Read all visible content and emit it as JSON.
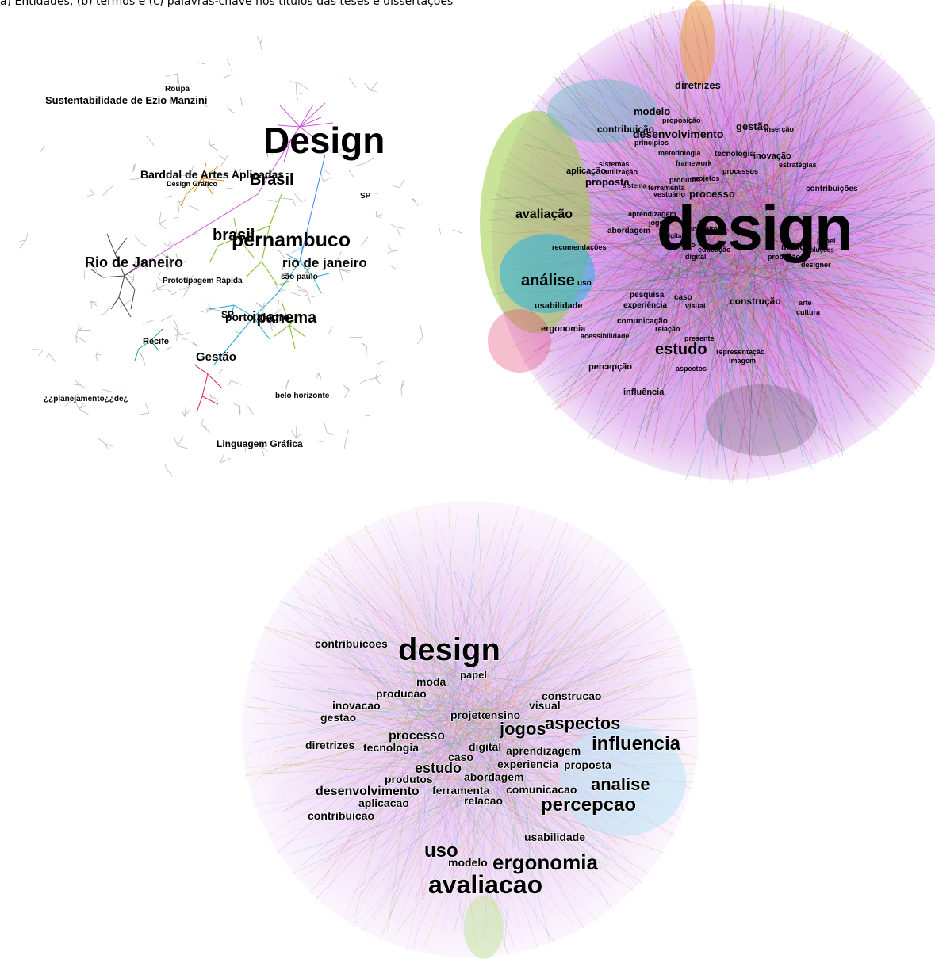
{
  "caption": "a) Entidades, (b) termos e (c) palavras-chave nos títulos das teses e dissertações",
  "colors": {
    "purple": "#cc55dd",
    "lavender": "#d9a8ec",
    "orange": "#e88a1c",
    "green": "#77bb22",
    "cyan": "#1aa7d8",
    "teal": "#1e9e84",
    "red": "#e0204a",
    "gray": "#444444",
    "light_edge": "#b8b8b8"
  },
  "network_a": {
    "labels": [
      "Roupa",
      "Sustentabilidade de Ezio Manzini",
      "Design",
      "Barddal de Artes Aplicadas",
      "Design Gráfico",
      "Brasil",
      "SP",
      "brasil",
      "pernambuco",
      "Rio de Janeiro",
      "rio de janeiro",
      "são paulo",
      "Prototipagem Rápida",
      "SP",
      "porto alegre",
      "ipanema",
      "Recife",
      "Gestão",
      "¿¿planejamento¿¿de¿",
      "belo horizonte",
      "Linguagem Gráfica"
    ]
  },
  "network_b": {
    "labels": [
      "diretrizes",
      "modelo",
      "proposição",
      "contribuição",
      "princípios",
      "desenvolvimento",
      "gestão",
      "inserção",
      "metodologia",
      "tecnologia",
      "inovação",
      "estratégias",
      "sistemas",
      "utilização",
      "framework",
      "processos",
      "aplicação",
      "proposta",
      "produtos",
      "projetos",
      "sistema",
      "ferramenta",
      "vestuário",
      "processo",
      "contribuições",
      "avaliação",
      "aprendizagem",
      "jogos",
      "design",
      "abordagem",
      "conceito",
      "digital",
      "papel",
      "recomendações",
      "modo",
      "ensino",
      "educação",
      "produção",
      "soluções",
      "digital",
      "designer",
      "análise",
      "uso",
      "pesquisa",
      "caso",
      "usabilidade",
      "experiência",
      "visual",
      "construção",
      "arte",
      "cultura",
      "comunicação",
      "ergonomia",
      "relação",
      "acessibilidade",
      "presente",
      "estudo",
      "representação",
      "imagem",
      "percepção",
      "aspectos",
      "influência"
    ]
  },
  "network_c": {
    "labels": [
      "contribuicoes",
      "design",
      "papel",
      "moda",
      "producao",
      "construcao",
      "inovacao",
      "visual",
      "gestao",
      "projeto",
      "ensino",
      "jogos",
      "aspectos",
      "processo",
      "diretrizes",
      "tecnologia",
      "caso",
      "digital",
      "aprendizagem",
      "influencia",
      "estudo",
      "experiencia",
      "proposta",
      "produtos",
      "abordagem",
      "desenvolvimento",
      "ferramenta",
      "comunicacao",
      "analise",
      "aplicacao",
      "relacao",
      "percepcao",
      "contribuicao",
      "usabilidade",
      "uso",
      "modelo",
      "ergonomia",
      "avaliacao"
    ]
  }
}
